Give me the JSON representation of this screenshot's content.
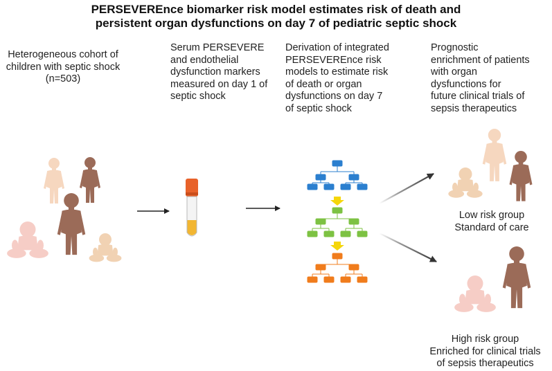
{
  "title_line1": "PERSEVEREnce biomarker risk model estimates risk of death and",
  "title_line2": "persistent organ dysfunctions on day 7 of pediatric septic shock",
  "steps": {
    "cohort": [
      "Heterogeneous cohort of",
      "children with septic shock",
      "(n=503)"
    ],
    "serum": [
      "Serum PERSEVERE",
      "and endothelial",
      "dysfunction markers",
      "measured on day 1 of",
      "septic shock"
    ],
    "derivation": [
      "Derivation of integrated",
      "PERSEVEREnce risk",
      "models to estimate risk",
      "of death or organ",
      "dysfunctions on day 7",
      "of septic shock"
    ],
    "prognostic": [
      "Prognostic",
      "enrichment of patients",
      "with organ",
      "dysfunctions for",
      "future clinical trials of",
      "sepsis therapeutics"
    ]
  },
  "low_risk": [
    "Low risk group",
    "Standard of care"
  ],
  "high_risk": [
    "High risk group",
    "Enriched for clinical trials",
    "of sepsis therapeutics"
  ],
  "colors": {
    "tree_blue": "#2b7fcf",
    "tree_green": "#7dc243",
    "tree_orange": "#f07c1c",
    "down_arrow": "#f5d60a",
    "tube_cap": "#e8622a",
    "serum": "#f2b632",
    "skin_light": "#f6d7bf",
    "skin_dark": "#9b6b58"
  }
}
